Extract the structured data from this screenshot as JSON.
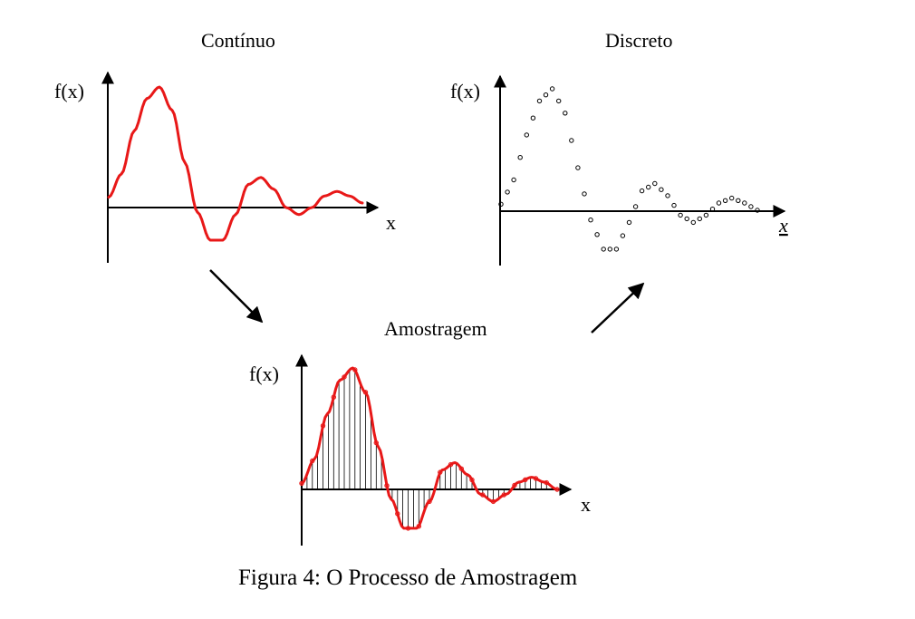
{
  "panels": {
    "continuous": {
      "title": "Contínuo",
      "ylabel": "f(x)",
      "xlabel": "x"
    },
    "discrete": {
      "title": "Discreto",
      "ylabel": "f(x)",
      "xlabel": "x"
    },
    "sampling": {
      "title": "Amostragem",
      "ylabel": "f(x)",
      "xlabel": "x"
    }
  },
  "caption": "Figura 4: O Processo de Amostragem",
  "colors": {
    "curve": "#e81818",
    "axis": "#000000",
    "samples": "#000000"
  },
  "arrows": [
    {
      "name": "continuous-to-sampling",
      "direction": "down-right"
    },
    {
      "name": "sampling-to-discrete",
      "direction": "up-right"
    }
  ]
}
